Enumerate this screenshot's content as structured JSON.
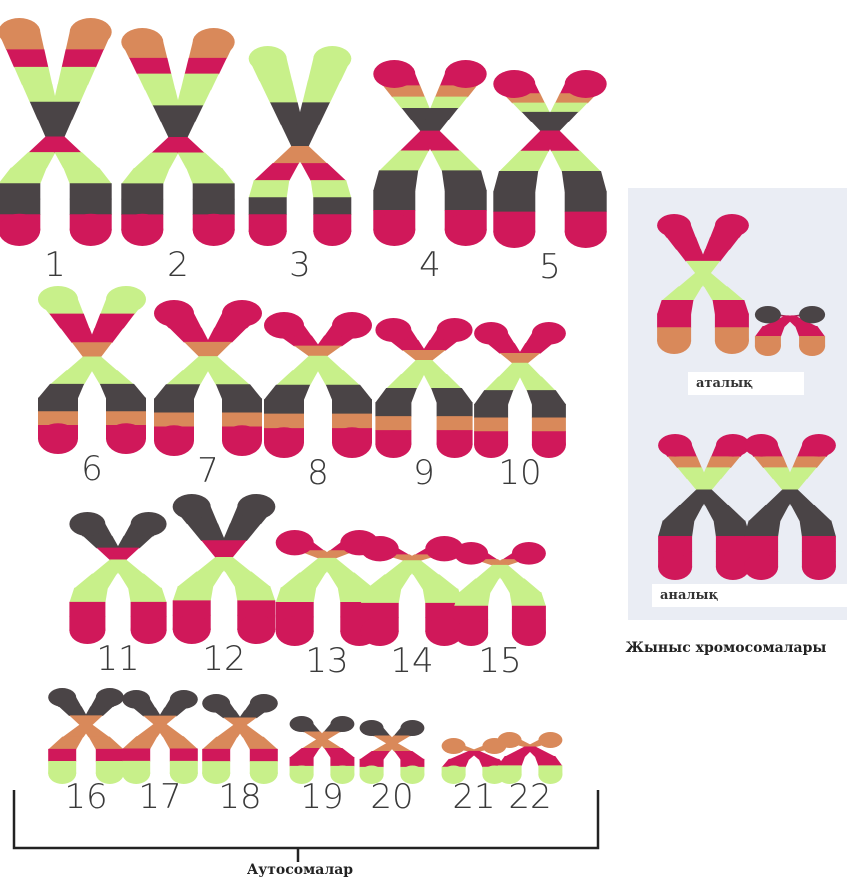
{
  "title_partial": "",
  "autosomes": {
    "caption": "Аутосомалар",
    "pairs": [
      {
        "label": "1"
      },
      {
        "label": "2"
      },
      {
        "label": "3"
      },
      {
        "label": "4"
      },
      {
        "label": "5"
      },
      {
        "label": "6"
      },
      {
        "label": "7"
      },
      {
        "label": "8"
      },
      {
        "label": "9"
      },
      {
        "label": "10"
      },
      {
        "label": "11"
      },
      {
        "label": "12"
      },
      {
        "label": "13"
      },
      {
        "label": "14"
      },
      {
        "label": "15"
      },
      {
        "label": "16"
      },
      {
        "label": "17"
      },
      {
        "label": "18"
      },
      {
        "label": "19"
      },
      {
        "label": "20"
      },
      {
        "label": "21"
      },
      {
        "label": "22"
      }
    ]
  },
  "sex_chromosomes": {
    "caption": "Жыныс хромосомалары",
    "paternal_label": "аталық",
    "maternal_label": "аналық"
  },
  "colors": {
    "magenta": "#d0185a",
    "green": "#c8f08a",
    "dark": "#4a4446",
    "orange": "#d9895a"
  }
}
